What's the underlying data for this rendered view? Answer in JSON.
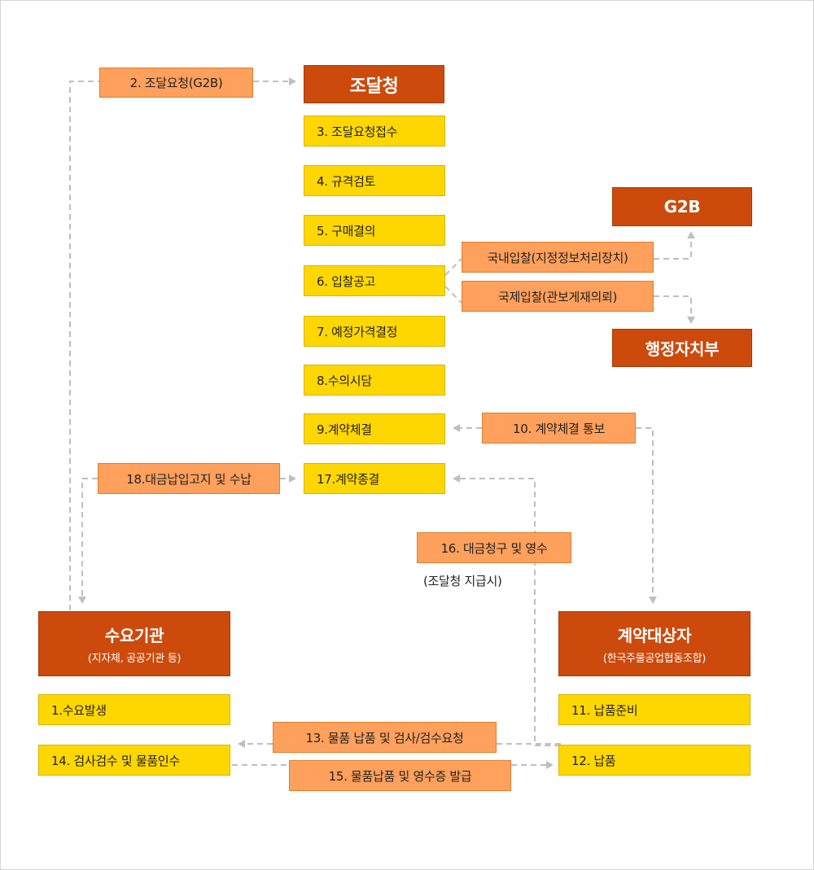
{
  "entities": {
    "procurement_office": "조달청",
    "g2b": "G2B",
    "ministry": "행정자치부",
    "demand_agency": {
      "title": "수요기관",
      "subtitle": "(지자체, 공공기관 등)"
    },
    "contractor": {
      "title": "계약대상자",
      "subtitle": "(한국주물공업협동조합)"
    }
  },
  "steps": {
    "s1": "1.수요발생",
    "s2": "2. 조달요청(G2B)",
    "s3": "3. 조달요청접수",
    "s4": "4. 규격검토",
    "s5": "5. 구매결의",
    "s6": "6. 입찰공고",
    "s7": "7. 예정가격결정",
    "s8": "8.수의시담",
    "s9": "9.계약체결",
    "s10": "10. 계약체결 통보",
    "s11": "11. 납품준비",
    "s12": "12. 납품",
    "s13": "13. 물품 납품 및 검사/검수요청",
    "s14": "14. 검사검수 및 물품인수",
    "s15": "15. 물품납품 및 영수증 발급",
    "s16": "16. 대금청구 및 영수",
    "s16_note": "(조달청 지급시)",
    "s17": "17.계약종결",
    "s18": "18.대금납입고지 및 수납"
  },
  "bids": {
    "domestic": "국내입찰(지정정보처리장치)",
    "international": "국제입찰(관보게재의뢰)"
  },
  "colors": {
    "head": "#cc4a0c",
    "step": "#ffd700",
    "action": "#ffa05c",
    "connector": "#bfbfbf"
  }
}
